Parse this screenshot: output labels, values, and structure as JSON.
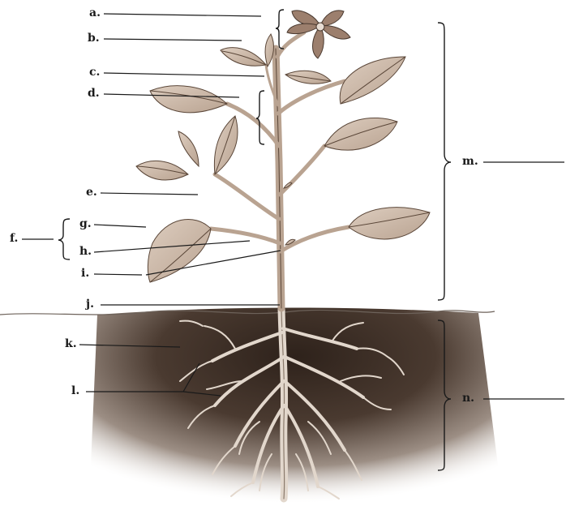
{
  "labels": {
    "a": "a.",
    "b": "b.",
    "c": "c.",
    "d": "d.",
    "e": "e.",
    "f": "f.",
    "g": "g.",
    "h": "h.",
    "i": "i.",
    "j": "j.",
    "k": "k.",
    "l": "l.",
    "m": "m.",
    "n": "n."
  },
  "colors": {
    "plant_fill": "#cdb9a6",
    "plant_stroke": "#5a4638",
    "soil_dark": "#3a2b22",
    "soil_light": "#d9d2cc",
    "root": "#d8cbbf",
    "ink": "#1a1a1a"
  }
}
